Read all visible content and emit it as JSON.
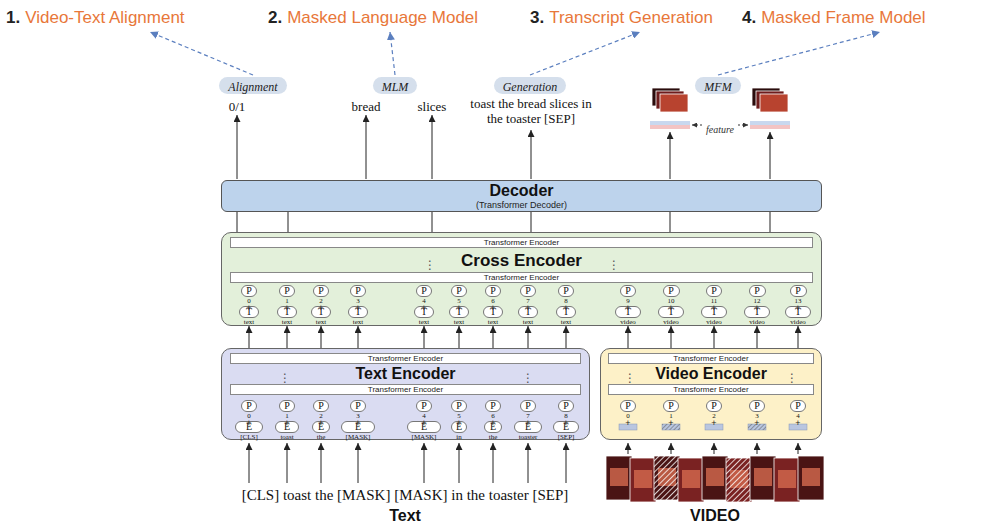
{
  "diagram": {
    "nodes": [
      {
        "text": [
          "Alignment"
        ]
      },
      {
        "text": [
          "MLM"
        ]
      },
      {
        "text": [
          "Generation"
        ]
      },
      {
        "text": [
          "MFM"
        ]
      },
      {
        "text": [
          "Decoder",
          "(Transformer Decoder)"
        ]
      },
      {
        "text": [
          "Cross Encoder"
        ]
      },
      {
        "text": [
          "Transformer Encoder"
        ],
        "in": 5
      },
      {
        "text": [
          "Transformer Encoder"
        ],
        "in": 5
      },
      {
        "text": [
          "P",
          "0"
        ],
        "in": 5
      },
      {
        "text": [
          "P",
          "1"
        ],
        "in": 5
      },
      {
        "text": [
          "P",
          "2"
        ],
        "in": 5
      },
      {
        "text": [
          "P",
          "3"
        ],
        "in": 5
      },
      {
        "text": [
          "P",
          "4"
        ],
        "in": 5
      },
      {
        "text": [
          "P",
          "5"
        ],
        "in": 5
      },
      {
        "text": [
          "P",
          "6"
        ],
        "in": 5
      },
      {
        "text": [
          "P",
          "7"
        ],
        "in": 5
      },
      {
        "text": [
          "P",
          "8"
        ],
        "in": 5
      },
      {
        "text": [
          "P",
          "9"
        ],
        "in": 5
      },
      {
        "text": [
          "P",
          "10"
        ],
        "in": 5
      },
      {
        "text": [
          "P",
          "11"
        ],
        "in": 5
      },
      {
        "text": [
          "P",
          "12"
        ],
        "in": 5
      },
      {
        "text": [
          "P",
          "13"
        ],
        "in": 5
      },
      {
        "text": [
          "T",
          "text"
        ],
        "in": 5
      },
      {
        "text": [
          "T",
          "text"
        ],
        "in": 5
      },
      {
        "text": [
          "T",
          "text"
        ],
        "in": 5
      },
      {
        "text": [
          "T",
          "text"
        ],
        "in": 5
      },
      {
        "text": [
          "T",
          "text"
        ],
        "in": 5
      },
      {
        "text": [
          "T",
          "text"
        ],
        "in": 5
      },
      {
        "text": [
          "T",
          "text"
        ],
        "in": 5
      },
      {
        "text": [
          "T",
          "text"
        ],
        "in": 5
      },
      {
        "text": [
          "T",
          "text"
        ],
        "in": 5
      },
      {
        "text": [
          "T",
          "video"
        ],
        "in": 5
      },
      {
        "text": [
          "T",
          "video"
        ],
        "in": 5
      },
      {
        "text": [
          "T",
          "video"
        ],
        "in": 5
      },
      {
        "text": [
          "T",
          "video"
        ],
        "in": 5
      },
      {
        "text": [
          "T",
          "video"
        ],
        "in": 5
      },
      {
        "text": [
          "Text Encoder"
        ]
      },
      {
        "text": [
          "Transformer Encoder"
        ],
        "in": 36
      },
      {
        "text": [
          "Transformer Encoder"
        ],
        "in": 36
      },
      {
        "text": [
          "P",
          "0"
        ],
        "in": 36
      },
      {
        "text": [
          "P",
          "1"
        ],
        "in": 36
      },
      {
        "text": [
          "P",
          "2"
        ],
        "in": 36
      },
      {
        "text": [
          "P",
          "3"
        ],
        "in": 36
      },
      {
        "text": [
          "P",
          "4"
        ],
        "in": 36
      },
      {
        "text": [
          "P",
          "5"
        ],
        "in": 36
      },
      {
        "text": [
          "P",
          "6"
        ],
        "in": 36
      },
      {
        "text": [
          "P",
          "7"
        ],
        "in": 36
      },
      {
        "text": [
          "P",
          "8"
        ],
        "in": 36
      },
      {
        "text": [
          "E",
          "[CLS]"
        ],
        "in": 36
      },
      {
        "text": [
          "E",
          "toast"
        ],
        "in": 36
      },
      {
        "text": [
          "E",
          "the"
        ],
        "in": 36
      },
      {
        "text": [
          "E",
          "[MASK]"
        ],
        "in": 36
      },
      {
        "text": [
          "E",
          "[MASK]"
        ],
        "in": 36
      },
      {
        "text": [
          "E",
          "in"
        ],
        "in": 36
      },
      {
        "text": [
          "E",
          "the"
        ],
        "in": 36
      },
      {
        "text": [
          "E",
          "toaster"
        ],
        "in": 36
      },
      {
        "text": [
          "E",
          "[SEP]"
        ],
        "in": 36
      },
      {
        "text": [
          "Video Encoder"
        ]
      },
      {
        "text": [
          "Transformer Encoder"
        ],
        "in": 57
      },
      {
        "text": [
          "Transformer Encoder"
        ],
        "in": 57
      },
      {
        "text": [
          "P",
          "0"
        ],
        "in": 57
      },
      {
        "text": [
          "P",
          "1"
        ],
        "in": 57
      },
      {
        "text": [
          "P",
          "2"
        ],
        "in": 57
      },
      {
        "text": [
          "P",
          "3"
        ],
        "in": 57
      },
      {
        "text": [
          "P",
          "4"
        ],
        "in": 57
      }
    ],
    "edges": [
      {
        "from": 5,
        "to": 4,
        "arrow": "none"
      },
      {
        "from": 5,
        "to": 4,
        "arrow": "none"
      },
      {
        "from": 5,
        "to": 4,
        "arrow": "none"
      },
      {
        "from": 5,
        "to": 4,
        "arrow": "none"
      },
      {
        "from": 5,
        "to": 4,
        "arrow": "none"
      },
      {
        "from": 5,
        "to": 4,
        "arrow": "none"
      },
      {
        "from": 36,
        "to": 5,
        "arrow": "to"
      },
      {
        "from": 36,
        "to": 5,
        "arrow": "to"
      },
      {
        "from": 36,
        "to": 5,
        "arrow": "to"
      },
      {
        "from": 36,
        "to": 5,
        "arrow": "to"
      },
      {
        "from": 36,
        "to": 5,
        "arrow": "to"
      },
      {
        "from": 36,
        "to": 5,
        "arrow": "to"
      },
      {
        "from": 36,
        "to": 5,
        "arrow": "to"
      },
      {
        "from": 36,
        "to": 5,
        "arrow": "to"
      },
      {
        "from": 36,
        "to": 5,
        "arrow": "to"
      },
      {
        "from": 57,
        "to": 5,
        "arrow": "to"
      },
      {
        "from": 57,
        "to": 5,
        "arrow": "to"
      },
      {
        "from": 57,
        "to": 5,
        "arrow": "to"
      },
      {
        "from": 57,
        "to": 5,
        "arrow": "to"
      },
      {
        "from": 57,
        "to": 5,
        "arrow": "to"
      }
    ],
    "labels": [
      "1.",
      "Video-Text Alignment",
      "2.",
      "Masked Language Model",
      "3.",
      "Transcript Generation",
      "4.",
      "Masked Frame Model",
      "0/1",
      "bread",
      "slices",
      "toast the bread slices in the toaster [SEP]",
      "feature",
      "⋮",
      "⋮",
      "+",
      "+",
      "+",
      "+",
      "+",
      "+",
      "+",
      "+",
      "+",
      "+",
      "+",
      "+",
      "+",
      "+",
      "⋮",
      "⋮",
      "+",
      "+",
      "+",
      "+",
      "+",
      "+",
      "+",
      "+",
      "+",
      "⋮",
      "⋮",
      "+",
      "+",
      "+",
      "+",
      "+",
      "[CLS] toast the [MASK] [MASK] in the toaster [SEP]",
      "Text",
      "VIDEO"
    ]
  }
}
